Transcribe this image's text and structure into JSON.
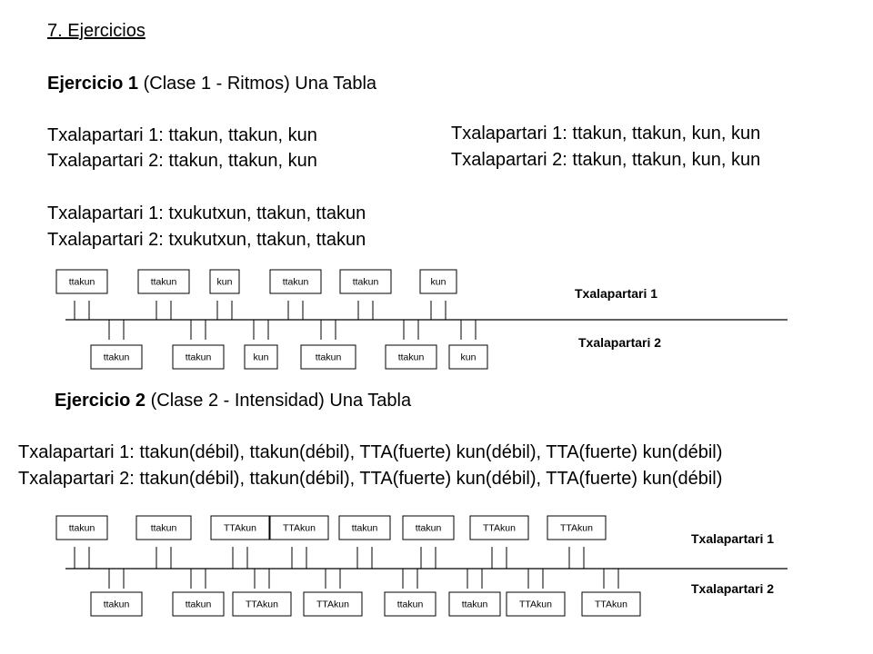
{
  "section_title": "7. Ejercicios",
  "ex1": {
    "title_bold": "Ejercicio 1",
    "title_rest": " (Clase 1 - Ritmos) Una Tabla",
    "lines_left": [
      "Txalapartari 1: ttakun, ttakun, kun",
      "Txalapartari 2: ttakun, ttakun, kun",
      "Txalapartari 1: txukutxun, ttakun, ttakun",
      "Txalapartari 2: txukutxun, ttakun, ttakun"
    ],
    "lines_right": [
      "Txalapartari 1: ttakun, ttakun, kun, kun",
      "Txalapartari 2: ttakun, ttakun, kun, kun"
    ],
    "diagram": {
      "player1_label": "Txalapartari 1",
      "player2_label": "Txalapartari 2",
      "top_boxes": [
        "ttakun",
        "ttakun",
        "kun",
        "ttakun",
        "ttakun",
        "kun"
      ],
      "bottom_boxes": [
        "ttakun",
        "ttakun",
        "kun",
        "ttakun",
        "ttakun",
        "kun"
      ]
    }
  },
  "ex2": {
    "title_bold": "Ejercicio 2",
    "title_rest": " (Clase 2 - Intensidad) Una Tabla",
    "lines": [
      "Txalapartari 1: ttakun(débil), ttakun(débil), TTA(fuerte) kun(débil), TTA(fuerte) kun(débil)",
      "Txalapartari 2: ttakun(débil), ttakun(débil), TTA(fuerte) kun(débil), TTA(fuerte) kun(débil)"
    ],
    "diagram": {
      "player1_label": "Txalapartari 1",
      "player2_label": "Txalapartari 2",
      "top_boxes": [
        "ttakun",
        "ttakun",
        "TTAkun",
        "TTAkun",
        "ttakun",
        "ttakun",
        "TTAkun",
        "TTAkun"
      ],
      "bottom_boxes": [
        "ttakun",
        "ttakun",
        "TTAkun",
        "TTAkun",
        "ttakun",
        "ttakun",
        "TTAkun",
        "TTAkun"
      ]
    }
  }
}
